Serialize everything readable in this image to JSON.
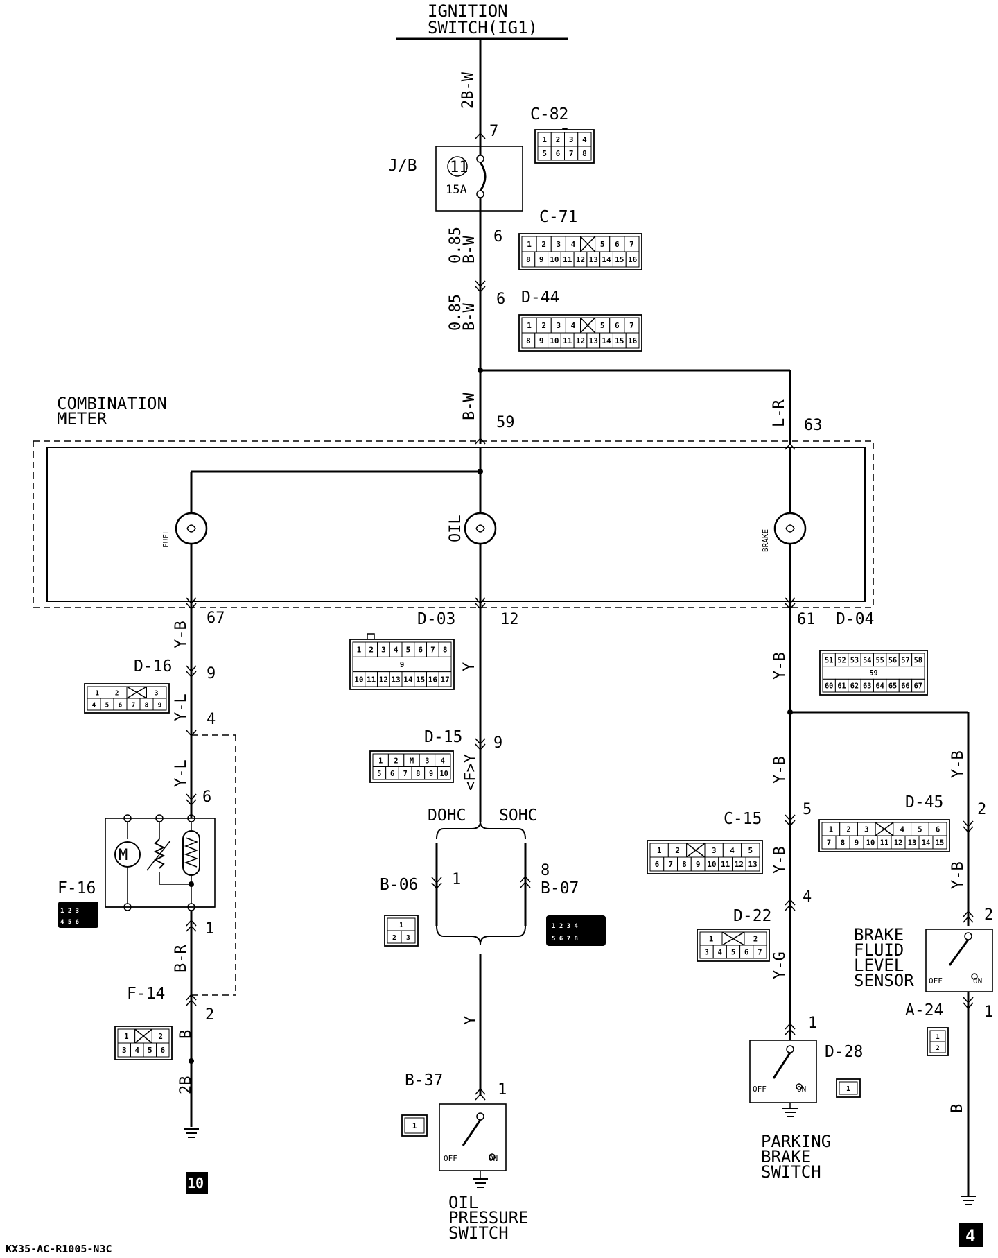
{
  "title": "IGNITION SWITCH(IG1)",
  "footer_code": "KX35-AC-R1005-N3C",
  "page_refs": [
    "10",
    "4"
  ],
  "junction_block": {
    "label": "J/B",
    "fuse_number": "11",
    "fuse_rating": "15A"
  },
  "combination_meter": {
    "label": "COMBINATION METER",
    "lamps": [
      "FUEL",
      "OIL",
      "BRAKE"
    ]
  },
  "connectors": [
    {
      "id": "C-82",
      "pins": "1 2 3 4 / 5 6 7 8"
    },
    {
      "id": "C-71",
      "pins": "1 2 3 4 X 5 6 7 / 8 9 10 11 12 13 14 15 16"
    },
    {
      "id": "D-44",
      "pins": "1 2 3 4 X 5 6 7 / 8 9 10 11 12 13 14 15 16"
    },
    {
      "id": "D-03",
      "pins": "1 2 3 4 5 6 7 8 / 9 / 10 11 12 13 14 15 16 17"
    },
    {
      "id": "D-04",
      "pins": "51 52 53 54 55 56 57 58 / 59 / 60 61 62 63 64 65 66 67"
    },
    {
      "id": "D-16",
      "pins": "1 2 X 3 / 4 5 6 7 8 9"
    },
    {
      "id": "D-15",
      "pins": "1 2 M 3 4 / 5 6 7 8 9 10"
    },
    {
      "id": "D-45",
      "pins": "1 2 3 X 4 5 6 / 7 8 9 10 11 12 13 14 15"
    },
    {
      "id": "C-15",
      "pins": "1 2 X 3 4 5 / 6 7 8 9 10 11 12 13"
    },
    {
      "id": "D-22",
      "pins": "1 X 2 / 3 4 5 6 7"
    },
    {
      "id": "F-16",
      "pins": "1 2 3 / 4 5 6"
    },
    {
      "id": "F-14",
      "pins": "1 X 2 / 3 4 5 6"
    },
    {
      "id": "B-06",
      "pins": "1 / 2 3"
    },
    {
      "id": "B-07",
      "pins": "1 2 3 4 / 5 6 7 8"
    },
    {
      "id": "B-37",
      "pins": "1"
    },
    {
      "id": "D-28",
      "pins": "1"
    },
    {
      "id": "A-24",
      "pins": "1 / 2"
    }
  ],
  "wires": {
    "main_28bw": "2B-W",
    "bw085_a": "0.85 B-W",
    "bw085_b": "0.85 B-W",
    "bw": "B-W",
    "lr": "L-R",
    "yb_left": "Y-B",
    "yl_1": "Y-L",
    "yl_2": "Y-L",
    "br": "B-R",
    "b_left": "B",
    "b2_left": "2B",
    "y_center": "Y",
    "fy": "<F>Y",
    "y_lower": "Y",
    "yb_r1": "Y-B",
    "yb_r2": "Y-B",
    "yb_r3": "Y-B",
    "yg": "Y-G",
    "yb_far1": "Y-B",
    "yb_far2": "Y-B",
    "b_far": "B"
  },
  "pins": {
    "p7": "7",
    "p6a": "6",
    "p6b": "6",
    "p59": "59",
    "p63": "63",
    "p67": "67",
    "p12": "12",
    "p61": "61",
    "p9l": "9",
    "p4l": "4",
    "p6l": "6",
    "p1l": "1",
    "p2l": "2",
    "p9c": "9",
    "p1b06": "1",
    "p8b07": "8",
    "p1b37": "1",
    "p5r": "5",
    "p4r": "4",
    "p1d28": "1",
    "p2r": "2",
    "p2r2": "2",
    "p1a24": "1"
  },
  "variants": {
    "dohc": "DOHC",
    "sohc": "SOHC"
  },
  "switch_states": {
    "off": "OFF",
    "on": "ON"
  },
  "components": {
    "fuel_gauge_unit": "F-16",
    "oil_pressure_switch": "OIL PRESSURE SWITCH",
    "parking_brake_switch": "PARKING BRAKE SWITCH",
    "brake_fluid_sensor": "BRAKE FLUID LEVEL SENSOR"
  }
}
